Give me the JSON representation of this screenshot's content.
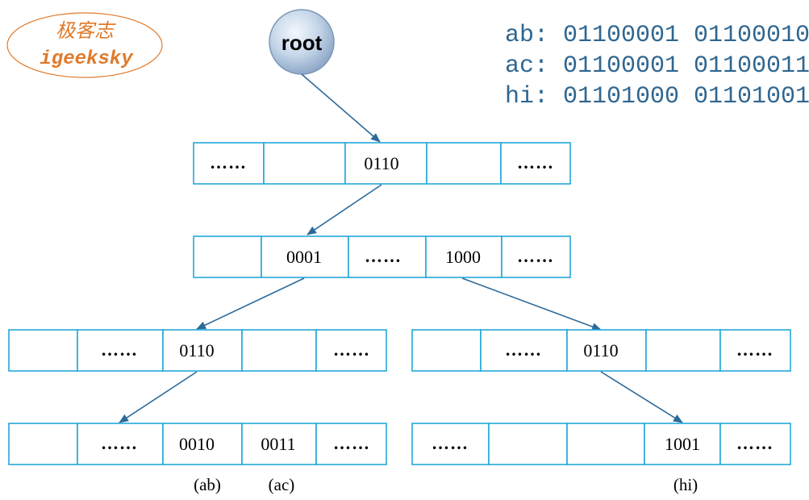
{
  "logo": {
    "line1": "极客志",
    "line2": "igeeksky"
  },
  "root": {
    "label": "root"
  },
  "legend": [
    "ab: 01100001 01100010",
    "ac: 01100001 01100011",
    "hi: 01101000 01101001"
  ],
  "levels": {
    "level1": [
      "……",
      "",
      "0110",
      "",
      "……"
    ],
    "level2": [
      "",
      "0001",
      "……",
      "1000",
      "……"
    ],
    "level3_left": [
      "",
      "……",
      "0110",
      "",
      "……"
    ],
    "level3_right": [
      "",
      "……",
      "0110",
      "",
      "……"
    ],
    "level4_left": [
      "",
      "……",
      "0010",
      "0011",
      "……"
    ],
    "level4_right": [
      "……",
      "",
      "",
      "1001",
      "……"
    ]
  },
  "leaf_labels": {
    "ab": "(ab)",
    "ac": "(ac)",
    "hi": "(hi)"
  },
  "colors": {
    "cell_border": "#23a8d8",
    "arrow": "#2d6a9a",
    "legend": "#2f6690",
    "logo": "#e07a2a"
  }
}
